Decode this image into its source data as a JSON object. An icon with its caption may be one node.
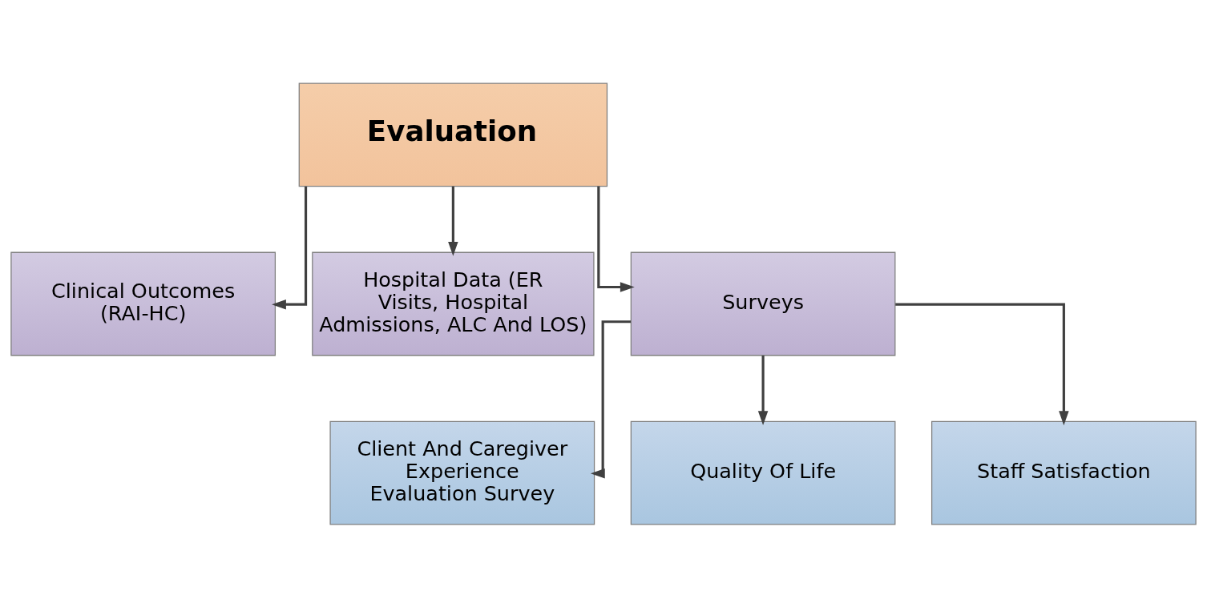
{
  "diagram": {
    "nodes": [
      {
        "text": [
          "Evaluation"
        ]
      },
      {
        "text": [
          "Clinical Outcomes (RAI-HC)"
        ]
      },
      {
        "text": [
          "Hospital Data (ER Visits, Hospital Admissions, ALC And LOS)"
        ]
      },
      {
        "text": [
          "Surveys"
        ]
      },
      {
        "text": [
          "Client And Caregiver Experience Evaluation Survey"
        ]
      },
      {
        "text": [
          "Quality Of Life"
        ]
      },
      {
        "text": [
          "Staff Satisfaction"
        ]
      }
    ],
    "edges": [
      {
        "from": 0,
        "to": 1,
        "arrow": "to"
      },
      {
        "from": 0,
        "to": 2,
        "arrow": "to"
      },
      {
        "from": 0,
        "to": 3,
        "arrow": "to"
      },
      {
        "from": 3,
        "to": 4,
        "arrow": "to"
      },
      {
        "from": 3,
        "to": 5,
        "arrow": "to"
      },
      {
        "from": 3,
        "to": 6,
        "arrow": "to"
      }
    ]
  }
}
